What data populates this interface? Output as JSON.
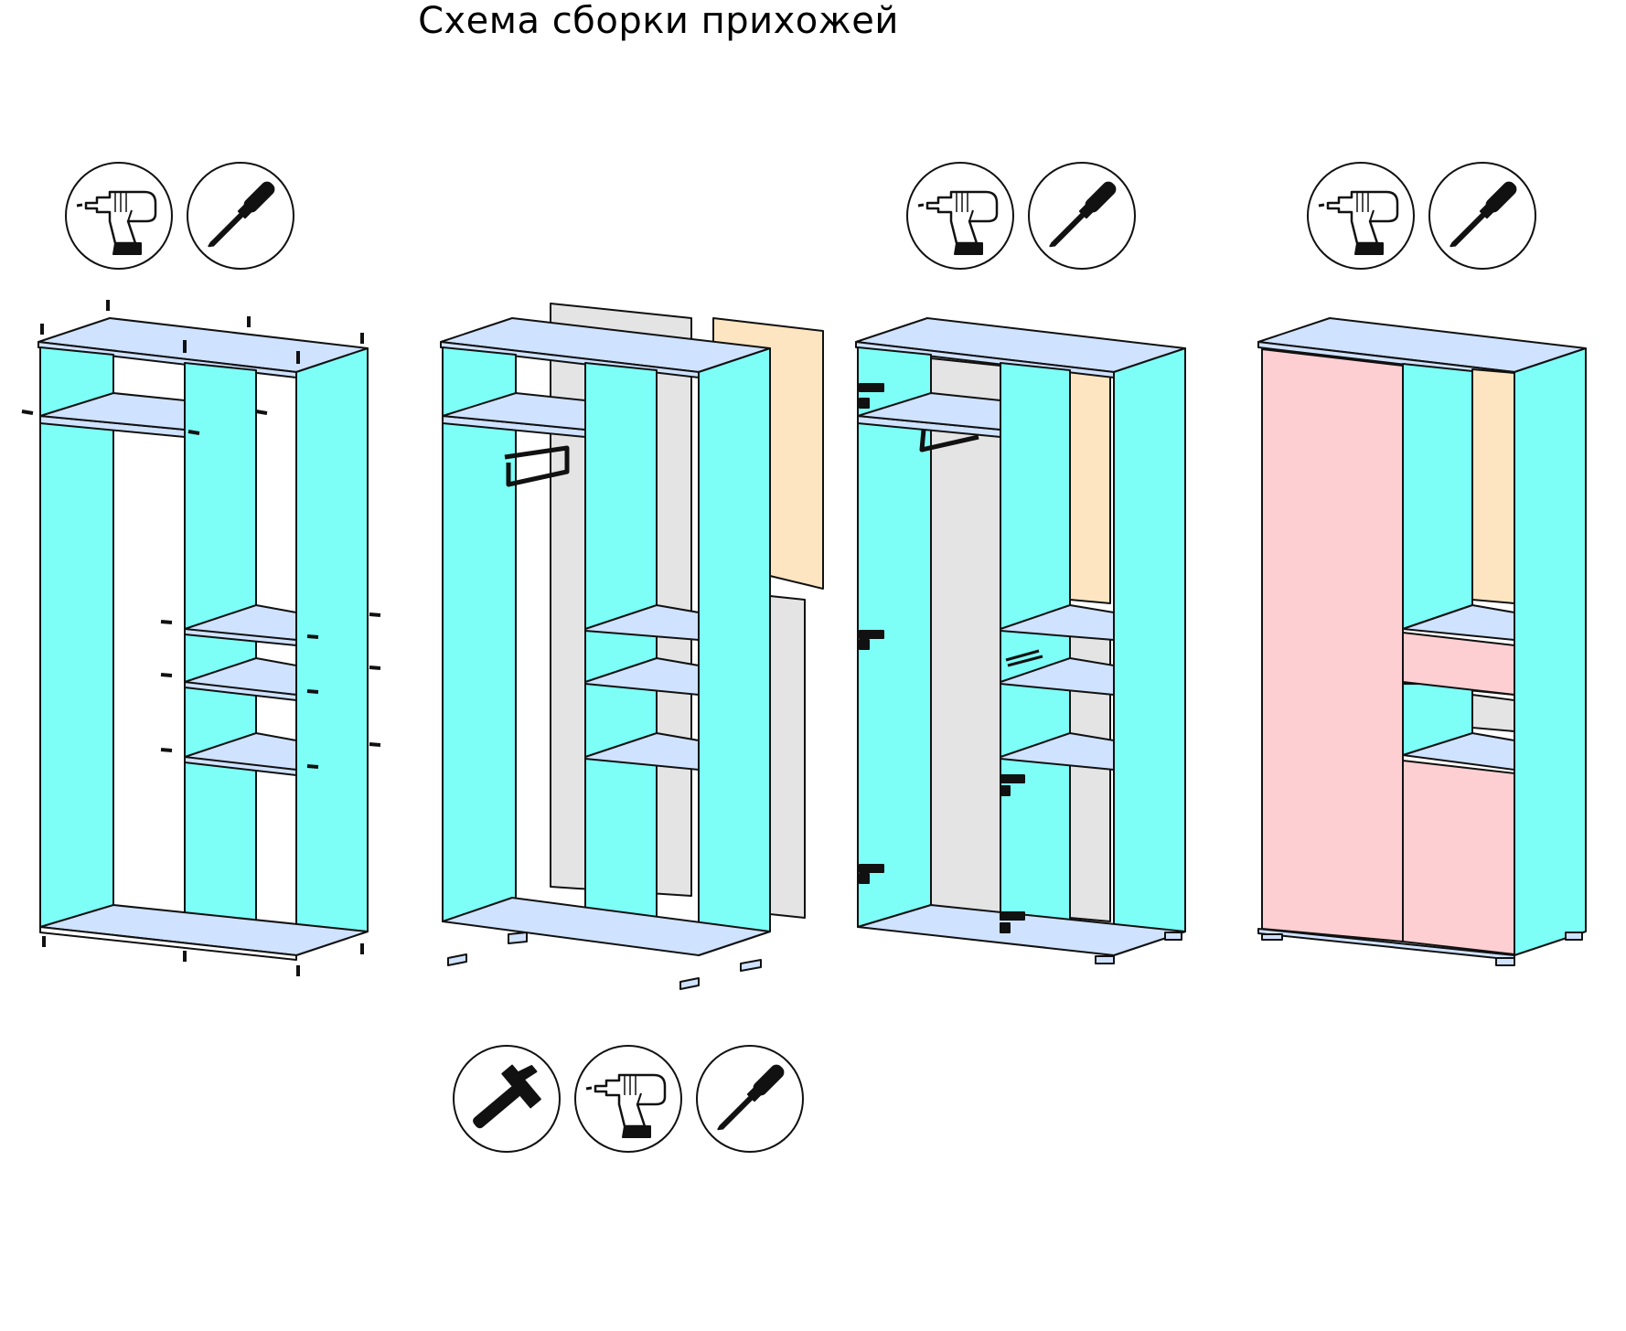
{
  "title": "Схема сборки прихожей",
  "colors": {
    "side_panel": "#7dfff8",
    "shelf": "#cfe2ff",
    "back_panel": "#e4e4e4",
    "mirror_panel": "#fde5c1",
    "door": "#fdcfd2",
    "outline": "#111111",
    "tool_icon": "#111111"
  },
  "steps": [
    {
      "id": "step-1",
      "tools": [
        "drill-icon",
        "screwdriver-icon"
      ]
    },
    {
      "id": "step-2",
      "tools": [
        "hammer-icon",
        "drill-icon",
        "screwdriver-icon"
      ]
    },
    {
      "id": "step-3",
      "tools": [
        "drill-icon",
        "screwdriver-icon"
      ]
    },
    {
      "id": "step-4",
      "tools": [
        "drill-icon",
        "screwdriver-icon"
      ]
    }
  ]
}
